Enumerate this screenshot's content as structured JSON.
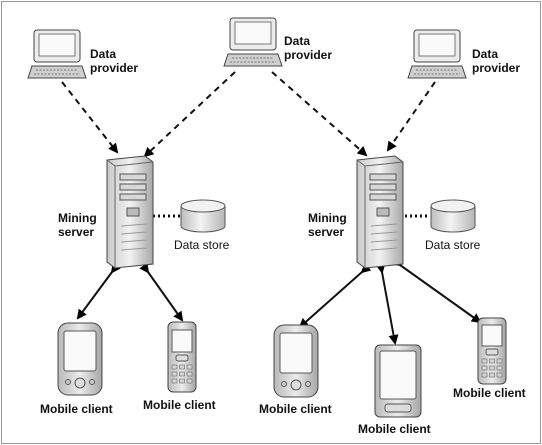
{
  "providers": [
    {
      "label_line1": "Data",
      "label_line2": "provider"
    },
    {
      "label_line1": "Data",
      "label_line2": "provider"
    },
    {
      "label_line1": "Data",
      "label_line2": "provider"
    }
  ],
  "servers": [
    {
      "label_line1": "Mining",
      "label_line2": "server",
      "store_label": "Data store"
    },
    {
      "label_line1": "Mining",
      "label_line2": "server",
      "store_label": "Data store"
    }
  ],
  "clients": [
    {
      "label": "Mobile client",
      "kind": "pda"
    },
    {
      "label": "Mobile client",
      "kind": "phone"
    },
    {
      "label": "Mobile client",
      "kind": "pda"
    },
    {
      "label": "Mobile client",
      "kind": "tablet"
    },
    {
      "label": "Mobile client",
      "kind": "phone"
    }
  ]
}
